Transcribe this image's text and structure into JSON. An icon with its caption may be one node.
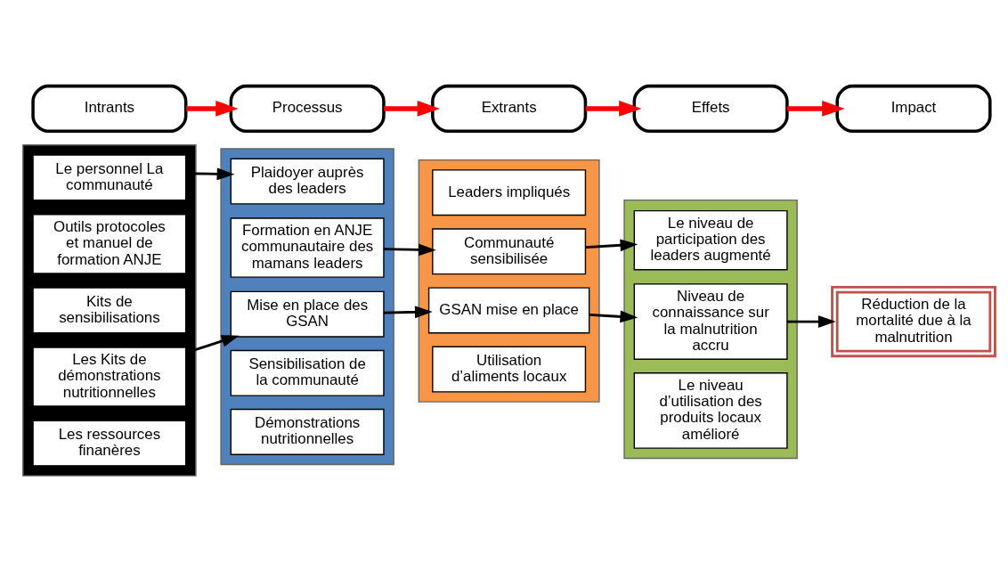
{
  "diagram": {
    "nodes": [
      {
        "text": [
          "Intrants"
        ]
      },
      {
        "text": [
          "Processus"
        ]
      },
      {
        "text": [
          "Extrants"
        ]
      },
      {
        "text": [
          "Effets"
        ]
      },
      {
        "text": [
          "Impact"
        ]
      },
      {
        "text": [],
        "shape": "box"
      },
      {
        "text": [
          "Le personnel La communauté"
        ],
        "in": 5
      },
      {
        "text": [
          "Outils protocoles et manuel de formation ANJE"
        ],
        "in": 5
      },
      {
        "text": [
          "Kits de sensibilisations"
        ],
        "in": 5
      },
      {
        "text": [
          "Les Kits de démonstrations nutritionnelles"
        ],
        "in": 5
      },
      {
        "text": [
          "Les ressources finanères"
        ],
        "in": 5
      },
      {
        "text": [],
        "shape": "box"
      },
      {
        "text": [
          "Plaidoyer auprès des leaders"
        ],
        "in": 11
      },
      {
        "text": [
          "Formation en ANJE communautaire des mamans leaders"
        ],
        "in": 11
      },
      {
        "text": [
          "Mise en place des GSAN"
        ],
        "in": 11
      },
      {
        "text": [
          "Sensibilisation de la communauté"
        ],
        "in": 11
      },
      {
        "text": [
          "Démonstrations nutritionnelles"
        ],
        "in": 11
      },
      {
        "text": [],
        "shape": "box"
      },
      {
        "text": [
          "Leaders impliqués"
        ],
        "in": 17
      },
      {
        "text": [
          "Communauté sensibilisée"
        ],
        "in": 17
      },
      {
        "text": [
          "GSAN mise en place"
        ],
        "in": 17
      },
      {
        "text": [
          "Utilisation d’aliments locaux"
        ],
        "in": 17
      },
      {
        "text": [],
        "shape": "box"
      },
      {
        "text": [
          "Le niveau de participation des leaders augmenté"
        ],
        "in": 22
      },
      {
        "text": [
          "Niveau de connaissance sur la malnutrition accru"
        ],
        "in": 22
      },
      {
        "text": [
          "Le niveau d’utilisation des produits locaux amélioré"
        ],
        "in": 22
      },
      {
        "text": [
          "Réduction de la mortalité due à la malnutrition"
        ]
      }
    ],
    "edges": [
      {
        "from": 0,
        "to": 1,
        "arrow": "to",
        "style": "thick",
        "color": "#ff0000"
      },
      {
        "from": 1,
        "to": 2,
        "arrow": "to",
        "style": "thick",
        "color": "#ff0000"
      },
      {
        "from": 2,
        "to": 3,
        "arrow": "to",
        "style": "thick",
        "color": "#ff0000"
      },
      {
        "from": 3,
        "to": 4,
        "arrow": "to",
        "style": "thick",
        "color": "#ff0000"
      },
      {
        "from": 6,
        "to": 12,
        "arrow": "to"
      },
      {
        "from": 9,
        "to": 14,
        "arrow": "to"
      },
      {
        "from": 13,
        "to": 19,
        "arrow": "to"
      },
      {
        "from": 14,
        "to": 20,
        "arrow": "to"
      },
      {
        "from": 19,
        "to": 23,
        "arrow": "to"
      },
      {
        "from": 20,
        "to": 24,
        "arrow": "to"
      },
      {
        "from": 24,
        "to": 26,
        "arrow": "to"
      }
    ]
  }
}
